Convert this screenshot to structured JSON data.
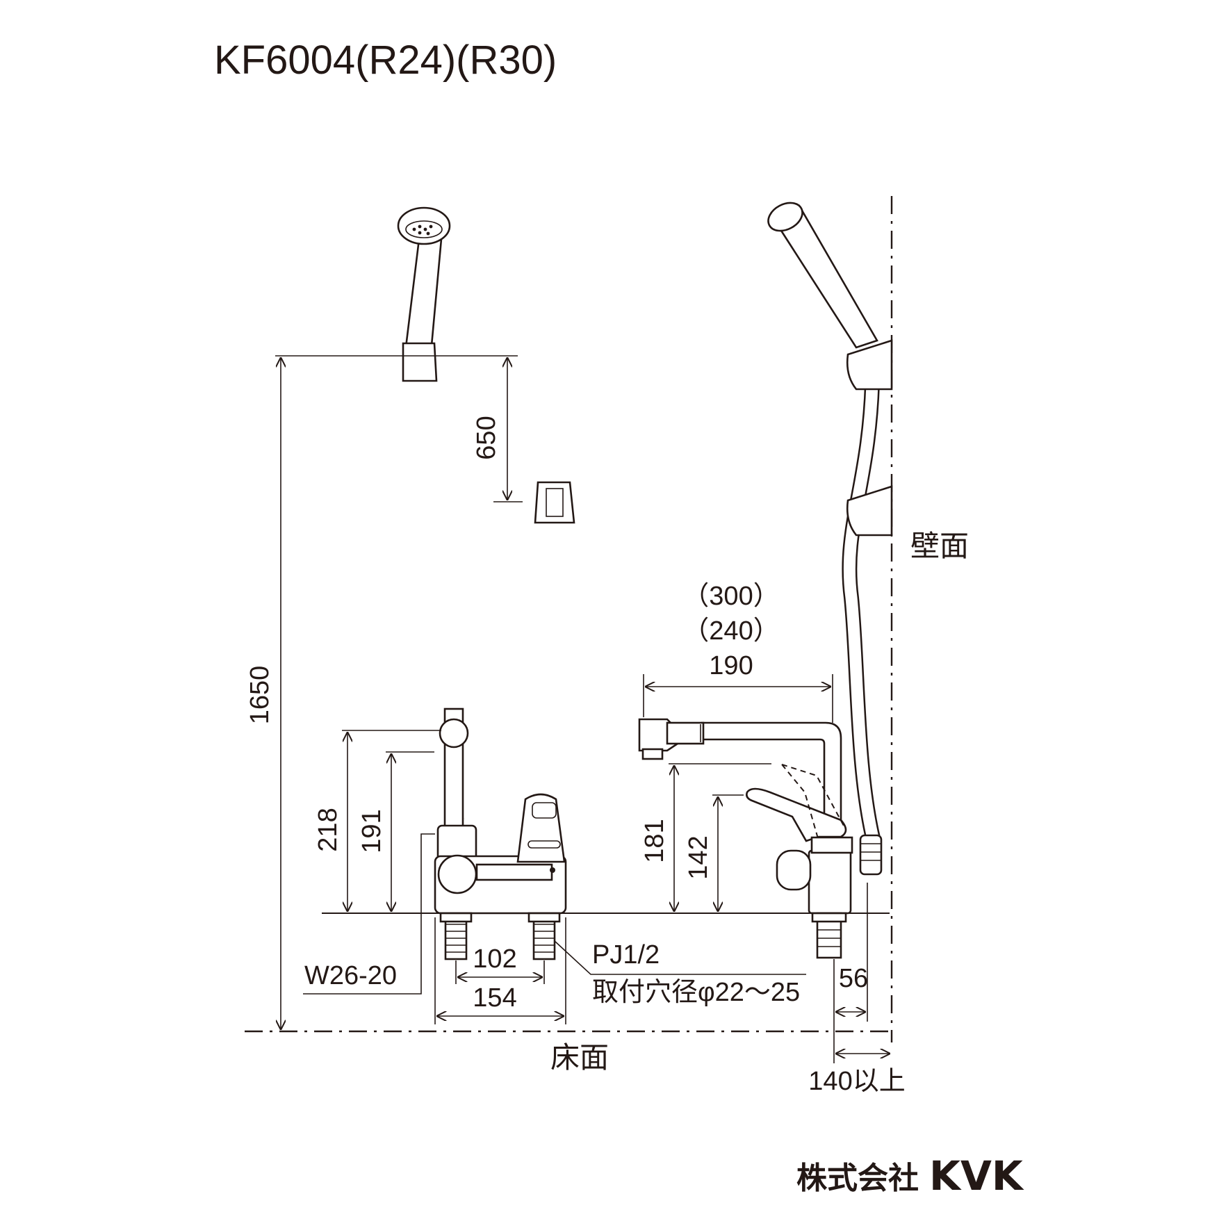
{
  "title": "KF6004(R24)(R30)",
  "labels": {
    "wall": "壁面",
    "floor": "床面",
    "company_jp": "株式会社",
    "company_en": "KVK",
    "thread_w": "W26-20",
    "thread_pj": "PJ1/2",
    "mount_hole": "取付穴径φ22～25"
  },
  "dimensions": {
    "d1650": "1650",
    "d650": "650",
    "d218": "218",
    "d191": "191",
    "d181": "181",
    "d142": "142",
    "d102": "102",
    "d154": "154",
    "d56": "56",
    "d140": "140以上",
    "d300": "（300）",
    "d240": "（240）",
    "d190": "190"
  }
}
